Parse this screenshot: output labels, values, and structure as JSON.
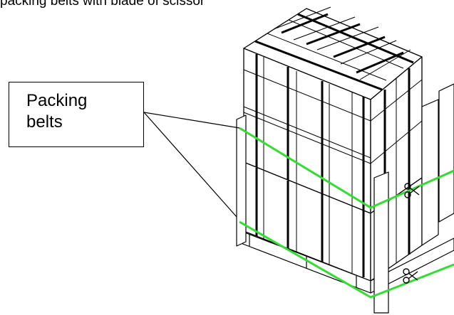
{
  "caption": "packing belts with blade of scissor",
  "callout": {
    "line1": "Packing",
    "line2": "belts"
  },
  "colors": {
    "belt": "#33dd33",
    "line": "#000000",
    "background": "#ffffff"
  },
  "icons": [
    "scissors-icon"
  ]
}
